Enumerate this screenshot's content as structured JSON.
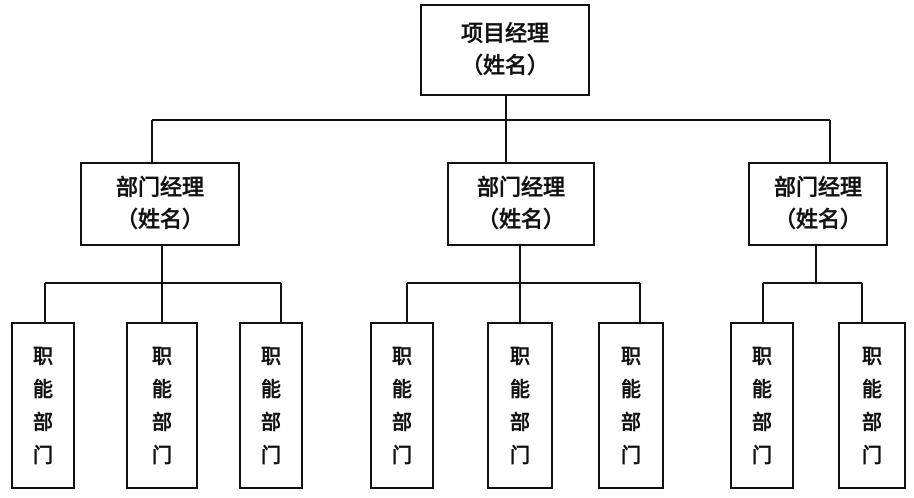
{
  "top": {
    "title": "项目经理",
    "subtitle": "（姓名）"
  },
  "managers": [
    {
      "title": "部门经理",
      "subtitle": "（姓名）"
    },
    {
      "title": "部门经理",
      "subtitle": "（姓名）"
    },
    {
      "title": "部门经理",
      "subtitle": "（姓名）"
    }
  ],
  "departments": [
    {
      "label": "职能部门"
    },
    {
      "label": "职能部门"
    },
    {
      "label": "职能部门"
    },
    {
      "label": "职能部门"
    },
    {
      "label": "职能部门"
    },
    {
      "label": "职能部门"
    },
    {
      "label": "职能部门"
    },
    {
      "label": "职能部门"
    }
  ],
  "colors": {
    "line": "#111111",
    "background": "#ffffff"
  }
}
